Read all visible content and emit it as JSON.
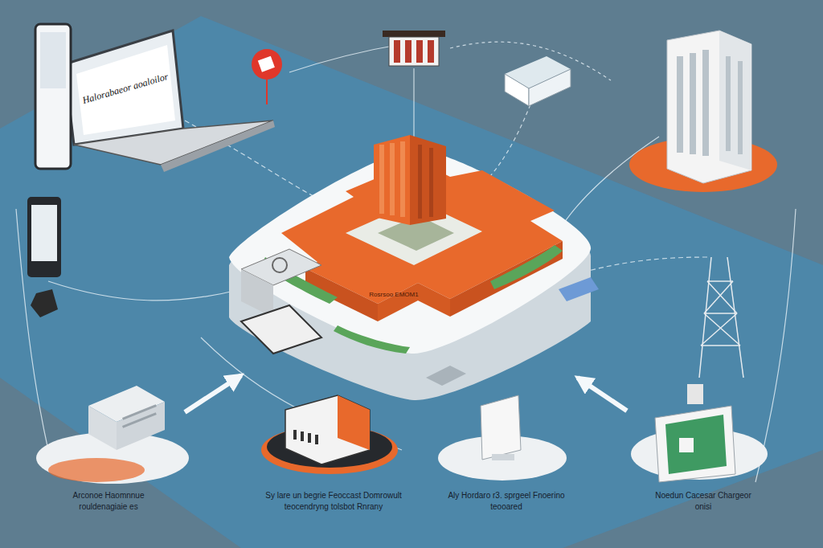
{
  "diagram": {
    "nodes": [
      {
        "text": [
          "Rosrsoo EMOM1"
        ]
      },
      {
        "text": [
          "Arconoe Haomnnue rouldenagiaie es"
        ]
      },
      {
        "text": [
          "Sy lare un begrie Feoccast Domrowult teocendryng tolsbot Rnrany"
        ]
      },
      {
        "text": [
          "Aly Hordaro r3. sprgeel Fnoerino teooared"
        ]
      },
      {
        "text": [
          "Noedun Cacesar Chargeor onisi"
        ]
      }
    ],
    "edges": [
      {
        "from": 1,
        "to": 0,
        "arrow": "to"
      },
      {
        "from": 4,
        "to": 0,
        "arrow": "to"
      }
    ],
    "labels": [
      "Halorabaeor aoaloilor"
    ]
  }
}
